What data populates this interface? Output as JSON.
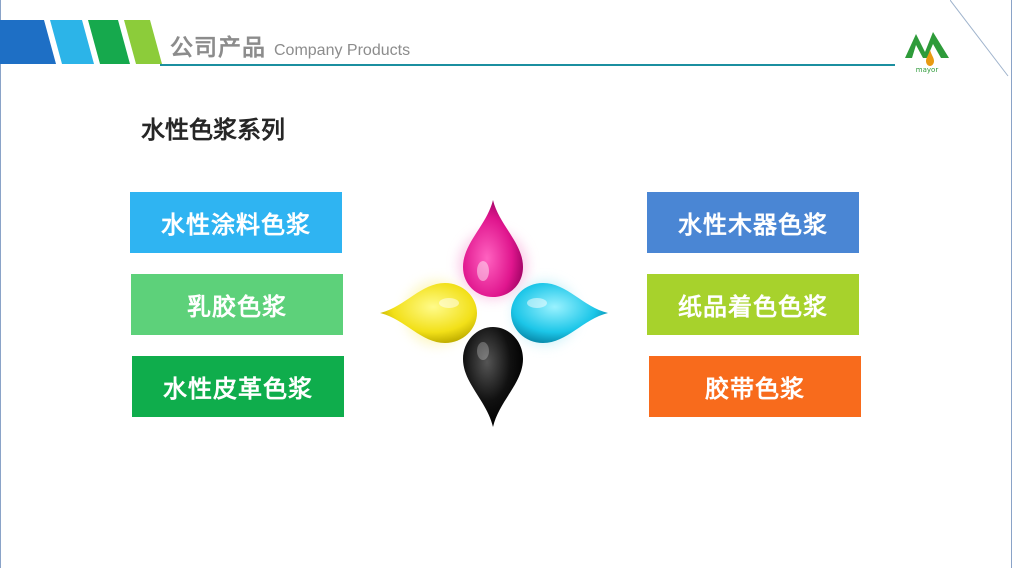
{
  "header": {
    "title_cn": "公司产品",
    "title_en": "Company Products",
    "stripe_colors": [
      "#1e6fc5",
      "#2cb4e8",
      "#16a94d",
      "#8ccc3a"
    ],
    "line_color": "#1b8fa0"
  },
  "logo": {
    "icon": "mountain-drop-logo-icon",
    "text": "mayor",
    "color": "#2e9b3a",
    "drop_color": "#e89a12"
  },
  "section": {
    "heading": "水性色浆系列"
  },
  "products_left": [
    {
      "label": "水性涂料色浆",
      "color": "#2fb4f2"
    },
    {
      "label": "乳胶色浆",
      "color": "#5dd17a"
    },
    {
      "label": "水性皮革色浆",
      "color": "#0fad4c"
    }
  ],
  "products_right": [
    {
      "label": "水性木器色浆",
      "color": "#4a86d4"
    },
    {
      "label": "纸品着色色浆",
      "color": "#a7d22c"
    },
    {
      "label": "胶带色浆",
      "color": "#f86b1c"
    }
  ],
  "ink_drops": {
    "icon": "cmyk-ink-drops-icon",
    "colors": {
      "magenta": "#e0168e",
      "yellow": "#f2e018",
      "cyan": "#1cc6e8",
      "black": "#111111"
    }
  }
}
